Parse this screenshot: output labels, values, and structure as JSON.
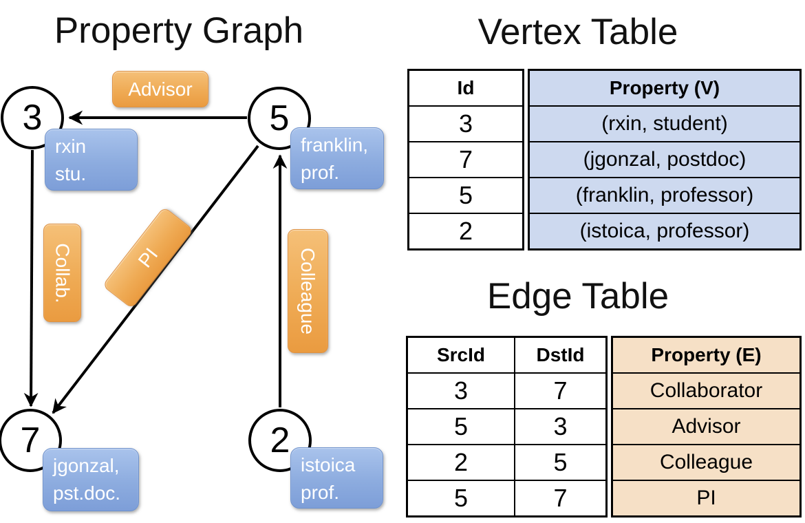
{
  "graph": {
    "title": "Property Graph",
    "nodes": [
      {
        "id": "3",
        "property_line1": "rxin",
        "property_line2": "stu."
      },
      {
        "id": "5",
        "property_line1": "franklin,",
        "property_line2": "prof."
      },
      {
        "id": "7",
        "property_line1": "jgonzal,",
        "property_line2": "pst.doc."
      },
      {
        "id": "2",
        "property_line1": "istoica",
        "property_line2": "prof."
      }
    ],
    "edge_labels": [
      {
        "label": "Advisor"
      },
      {
        "label": "Collab."
      },
      {
        "label": "PI"
      },
      {
        "label": "Colleague"
      }
    ]
  },
  "vertex_table": {
    "title": "Vertex Table",
    "columns": {
      "id": "Id",
      "property": "Property (V)"
    },
    "rows": [
      {
        "id": "3",
        "property": "(rxin, student)"
      },
      {
        "id": "7",
        "property": "(jgonzal, postdoc)"
      },
      {
        "id": "5",
        "property": "(franklin, professor)"
      },
      {
        "id": "2",
        "property": "(istoica, professor)"
      }
    ]
  },
  "edge_table": {
    "title": "Edge Table",
    "columns": {
      "src": "SrcId",
      "dst": "DstId",
      "property": "Property (E)"
    },
    "rows": [
      {
        "src": "3",
        "dst": "7",
        "property": "Collaborator"
      },
      {
        "src": "5",
        "dst": "3",
        "property": "Advisor"
      },
      {
        "src": "2",
        "dst": "5",
        "property": "Colleague"
      },
      {
        "src": "5",
        "dst": "7",
        "property": "PI"
      }
    ]
  },
  "colors": {
    "vertex_property_fill": "#cdd9ef",
    "edge_property_fill": "#f6e0c6",
    "vertex_box_top": "#a9c3ec",
    "vertex_box_bottom": "#7d9ed8",
    "edge_box_top": "#f5c078",
    "edge_box_bottom": "#ea9b40",
    "node_stroke": "#000000",
    "box_text": "#ffffff"
  }
}
